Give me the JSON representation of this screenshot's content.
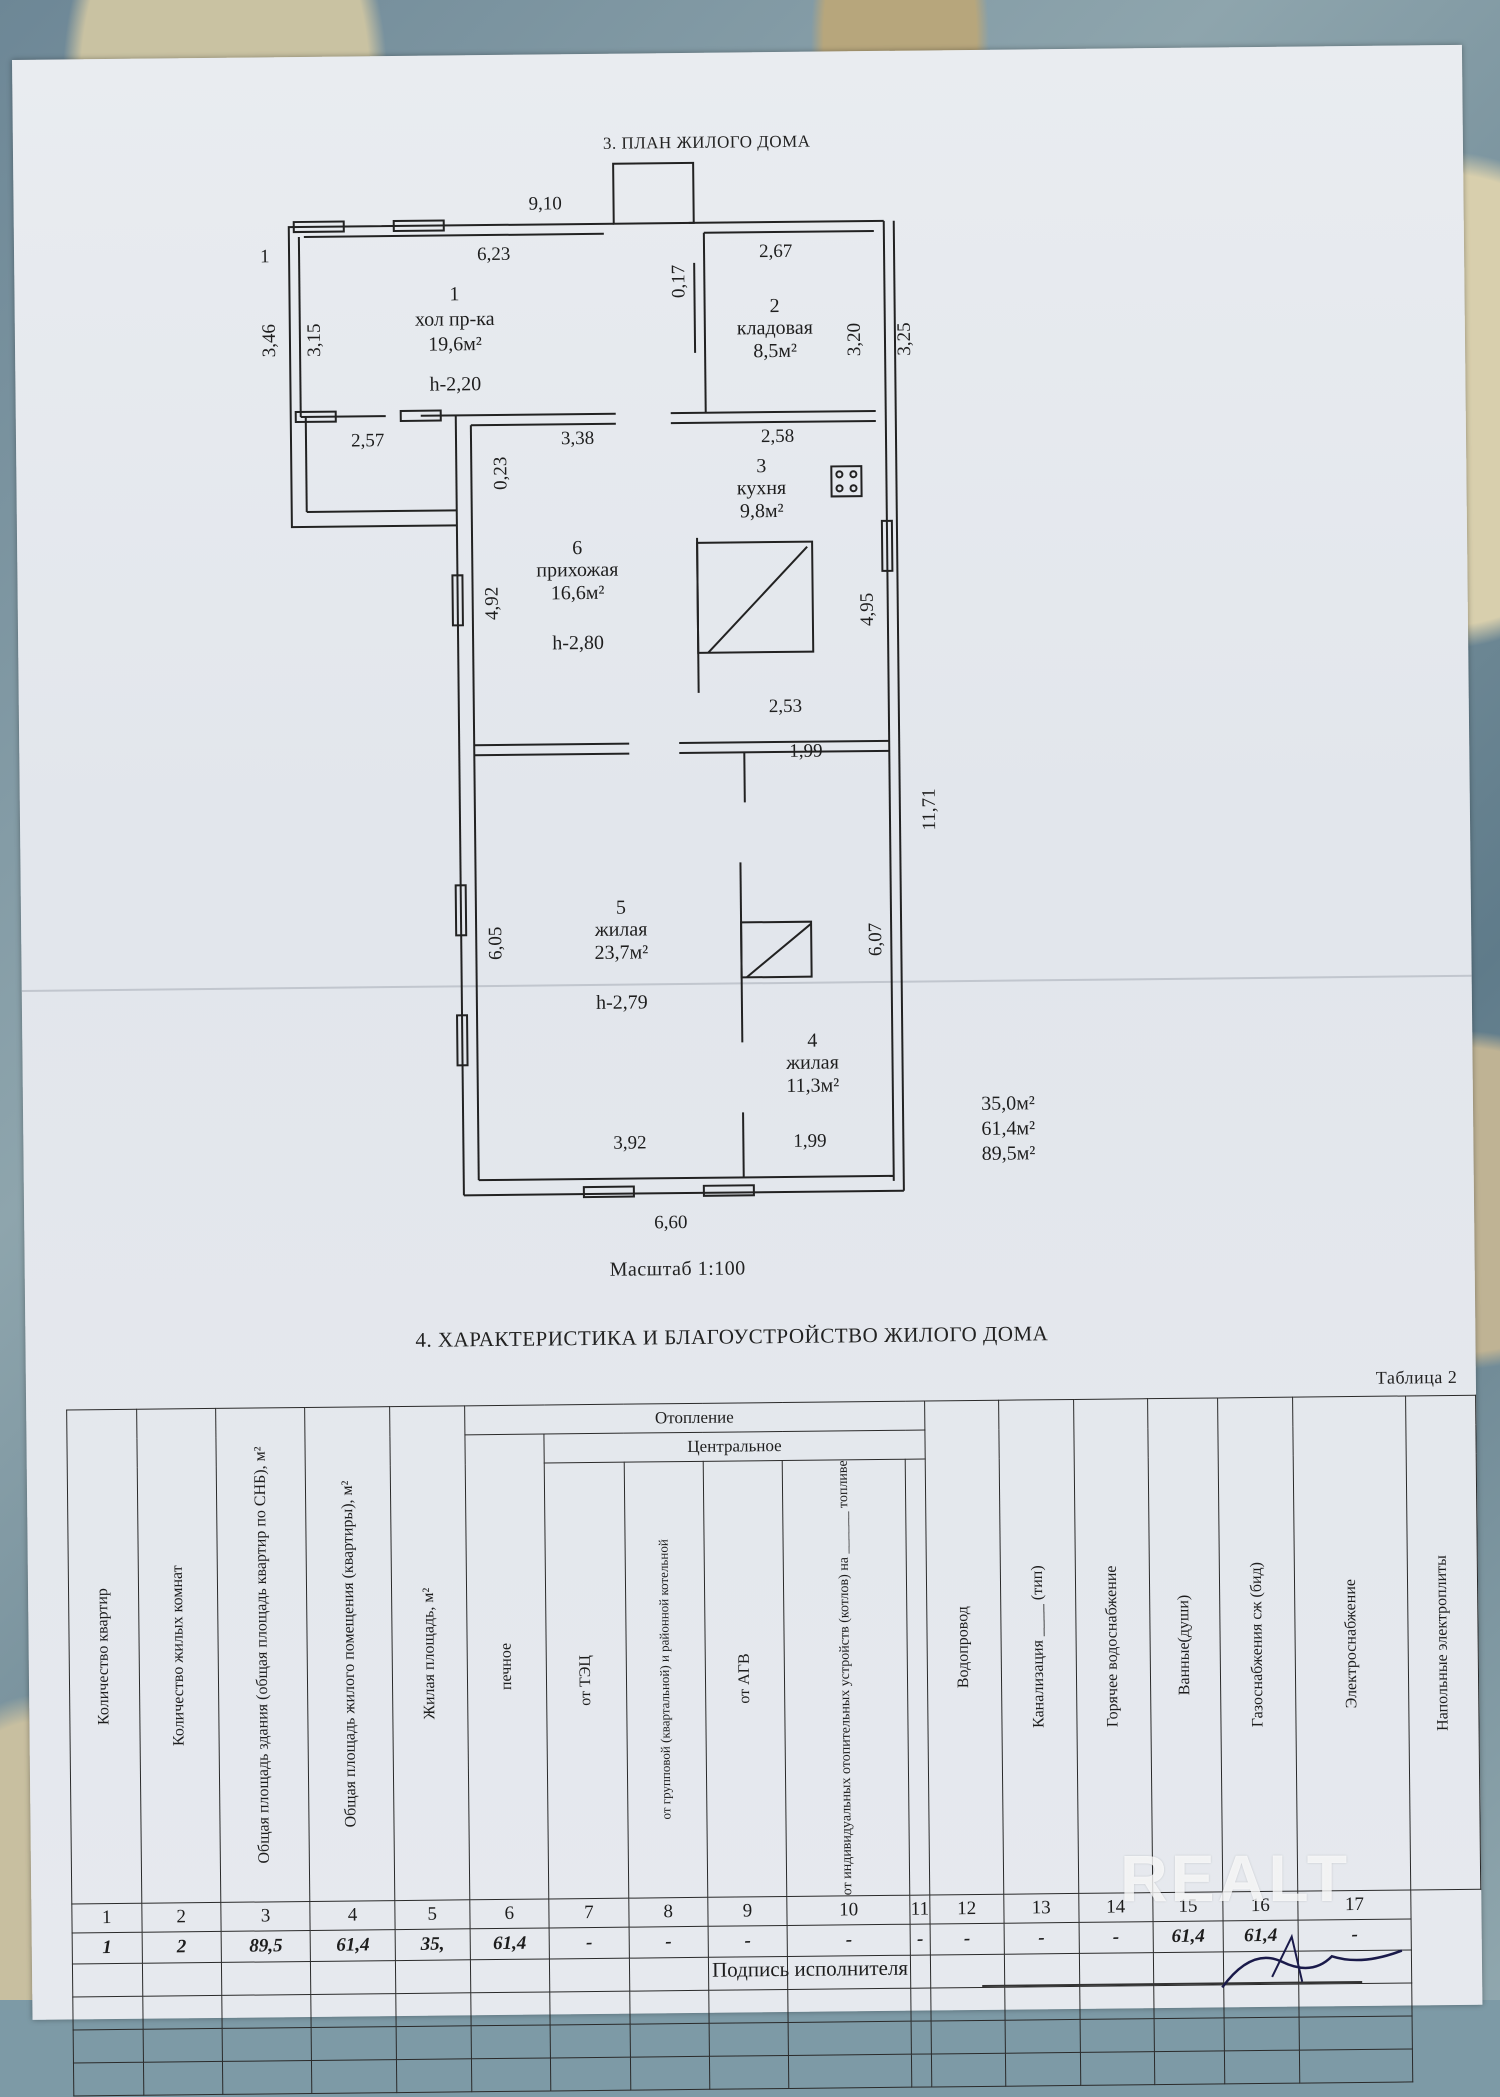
{
  "plan": {
    "title": "3. ПЛАН ЖИЛОГО ДОМА",
    "scale": "Масштаб 1:100",
    "rooms": [
      {
        "number": "1",
        "name": "хол пр-ка",
        "area": "19,6м²",
        "height": "h-2,20"
      },
      {
        "number": "2",
        "name": "кладовая",
        "area": "8,5м²"
      },
      {
        "number": "3",
        "name": "кухня",
        "area": "9,8м²"
      },
      {
        "number": "6",
        "name": "прихожая",
        "area": "16,6м²",
        "height": "h-2,80"
      },
      {
        "number": "5",
        "name": "жилая",
        "area": "23,7м²",
        "height": "h-2,79"
      },
      {
        "number": "4",
        "name": "жилая",
        "area": "11,3м²"
      }
    ],
    "dimensions": [
      "9,10",
      "6,23",
      "2,67",
      "3,46",
      "3,15",
      "0,17",
      "3,20",
      "3,25",
      "2,57",
      "3,38",
      "2,58",
      "0,23",
      "4,92",
      "4,95",
      "2,53",
      "1,99",
      "11,71",
      "6,05",
      "6,07",
      "3,92",
      "1,99",
      "6,60",
      "1"
    ],
    "totals": [
      "35,0м²",
      "61,4м²",
      "89,5м²"
    ]
  },
  "section4": {
    "title": "4. ХАРАКТЕРИСТИКА И БЛАГОУСТРОЙСТВО ЖИЛОГО ДОМА",
    "table_label": "Таблица 2"
  },
  "table": {
    "heating_label": "Отопление",
    "central_label": "Центральное",
    "headers": [
      "Количество квартир",
      "Количество жилых комнат",
      "Общая площадь здания (общая площадь квартир по СНБ), м²",
      "Общая площадь жилого помещения (квартиры), м²",
      "Жилая площадь, м²",
      "печное",
      "от ТЭЦ",
      "от групповой (квартальной) и районной котельной",
      "от АГВ",
      "от индивидуальных отопительных устройств (котлов) на ______ топливе",
      "Водопровод",
      "Канализация ____ (тип)",
      "Горячее водоснабжение",
      "Ванные(души)",
      "Газоснабжения сж (бид)",
      "Электроснабжение",
      "Напольные электроплиты"
    ],
    "numbers": [
      "1",
      "2",
      "3",
      "4",
      "5",
      "6",
      "7",
      "8",
      "9",
      "10",
      "11",
      "12",
      "13",
      "14",
      "15",
      "16",
      "17"
    ],
    "values": [
      "1",
      "2",
      "89,5",
      "61,4",
      "35,",
      "61,4",
      "-",
      "-",
      "-",
      "-",
      "-",
      "-",
      "-",
      "-",
      "61,4",
      "61,4",
      "-"
    ]
  },
  "footer": {
    "signature_label": "Подпись исполнителя"
  },
  "watermark": {
    "text": "REALT"
  }
}
